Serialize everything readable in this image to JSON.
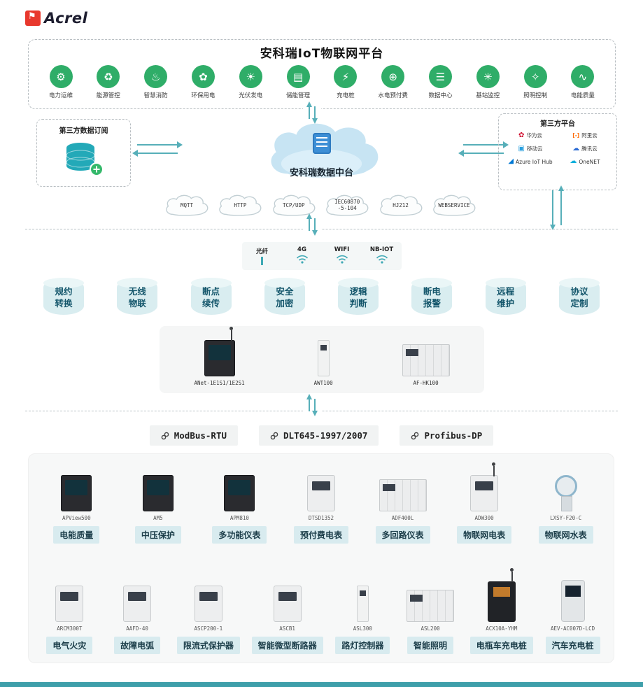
{
  "colors": {
    "accent_teal": "#57AFB9",
    "app_icon_green": "#2FAD68",
    "category_label_bg": "#D8EBEF",
    "category_label_text": "#1C3E4A",
    "logo_red": "#E8382D",
    "bottom_bar_teal": "#3E9FAA",
    "huawei_red": "#CF0A2C",
    "alibaba_orange": "#FF6A00",
    "tencent_blue": "#2B6BD4",
    "azure_blue": "#0078D4"
  },
  "logo": {
    "brand": "Acrel"
  },
  "platform": {
    "title": "安科瑞IoT物联网平台",
    "apps": [
      {
        "label": "电力运维",
        "icon": "power-ops-icon",
        "glyph": "⚙"
      },
      {
        "label": "能源管控",
        "icon": "energy-management-icon",
        "glyph": "♻"
      },
      {
        "label": "智慧消防",
        "icon": "smart-fire-icon",
        "glyph": "♨"
      },
      {
        "label": "环保用电",
        "icon": "eco-power-icon",
        "glyph": "✿"
      },
      {
        "label": "光伏发电",
        "icon": "solar-power-icon",
        "glyph": "☀"
      },
      {
        "label": "储能管理",
        "icon": "energy-storage-icon",
        "glyph": "▤"
      },
      {
        "label": "充电桩",
        "icon": "charging-pile-icon",
        "glyph": "⚡"
      },
      {
        "label": "水电预付费",
        "icon": "prepaid-utility-icon",
        "glyph": "⊕"
      },
      {
        "label": "数据中心",
        "icon": "data-center-icon",
        "glyph": "☰"
      },
      {
        "label": "基站监控",
        "icon": "base-station-icon",
        "glyph": "✳"
      },
      {
        "label": "照明控制",
        "icon": "lighting-control-icon",
        "glyph": "✧"
      },
      {
        "label": "电能质量",
        "icon": "power-quality-icon",
        "glyph": "∿"
      }
    ]
  },
  "middle": {
    "subscription_title": "第三方数据订阅",
    "data_center_label": "安科瑞数据中台",
    "third_party": {
      "title": "第三方平台",
      "providers": [
        {
          "name": "华为云",
          "brand": "huawei",
          "glyph": "✿"
        },
        {
          "name": "阿里云",
          "brand": "alibaba",
          "glyph": "[-]"
        },
        {
          "name": "移动云",
          "brand": "mobile",
          "glyph": "▣"
        },
        {
          "name": "腾讯云",
          "brand": "tencent",
          "glyph": "☁"
        },
        {
          "name": "Azure IoT Hub",
          "brand": "azure",
          "glyph": "◢"
        },
        {
          "name": "OneNET",
          "brand": "onenet",
          "glyph": "☁"
        }
      ]
    }
  },
  "protocol_clouds": [
    "MQTT",
    "HTTP",
    "TCP/UDP",
    "IEC60870\n-5-104",
    "HJ212",
    "WEBSERVICE"
  ],
  "connectivity": [
    {
      "label": "光纤",
      "icon": "fiber-icon"
    },
    {
      "label": "4G",
      "icon": "wifi-icon"
    },
    {
      "label": "WIFI",
      "icon": "wifi-icon"
    },
    {
      "label": "NB-IOT",
      "icon": "wifi-icon"
    }
  ],
  "features": [
    "规约\n转换",
    "无线\n物联",
    "断点\n续传",
    "安全\n加密",
    "逻辑\n判断",
    "断电\n报警",
    "远程\n维护",
    "协议\n定制"
  ],
  "gateways": [
    {
      "model": "ANet-1E1S1/1E2S1",
      "tone": "dark",
      "antenna": "true"
    },
    {
      "model": "AWT100",
      "tone": "slim",
      "antenna": "false"
    },
    {
      "model": "AF-HK100",
      "tone": "wide",
      "antenna": "false"
    }
  ],
  "bus_protocols": [
    "ModBus-RTU",
    "DLT645-1997/2007",
    "Profibus-DP"
  ],
  "products": {
    "row1": [
      {
        "model": "APView500",
        "label": "电能质量",
        "tone": "dark",
        "antenna": "false"
      },
      {
        "model": "AM5",
        "label": "中压保护",
        "tone": "dark",
        "antenna": "false"
      },
      {
        "model": "APM810",
        "label": "多功能仪表",
        "tone": "dark",
        "antenna": "false"
      },
      {
        "model": "DTSD1352",
        "label": "预付费电表",
        "tone": "light",
        "antenna": "false"
      },
      {
        "model": "ADF400L",
        "label": "多回路仪表",
        "tone": "wide",
        "antenna": "false"
      },
      {
        "model": "ADW300",
        "label": "物联网电表",
        "tone": "light",
        "antenna": "true"
      },
      {
        "model": "LXSY-F20-C",
        "label": "物联网水表",
        "tone": "meter",
        "antenna": "false"
      }
    ],
    "row2": [
      {
        "model": "ARCM300T",
        "label": "电气火灾",
        "tone": "light",
        "antenna": "false"
      },
      {
        "model": "AAFD-40",
        "label": "故障电弧",
        "tone": "light",
        "antenna": "false"
      },
      {
        "model": "ASCP200-1",
        "label": "限流式保护器",
        "tone": "light",
        "antenna": "false"
      },
      {
        "model": "ASCB1",
        "label": "智能微型断路器",
        "tone": "light",
        "antenna": "false"
      },
      {
        "model": "ASL300",
        "label": "路灯控制器",
        "tone": "slim",
        "antenna": "false"
      },
      {
        "model": "ASL200",
        "label": "智能照明",
        "tone": "wide",
        "antenna": "false"
      },
      {
        "model": "ACX10A-YHM",
        "label": "电瓶车充电桩",
        "tone": "cabinet",
        "antenna": "true"
      },
      {
        "model": "AEV-AC007D-LCD",
        "label": "汽车充电桩",
        "tone": "pile",
        "antenna": "false"
      }
    ]
  }
}
